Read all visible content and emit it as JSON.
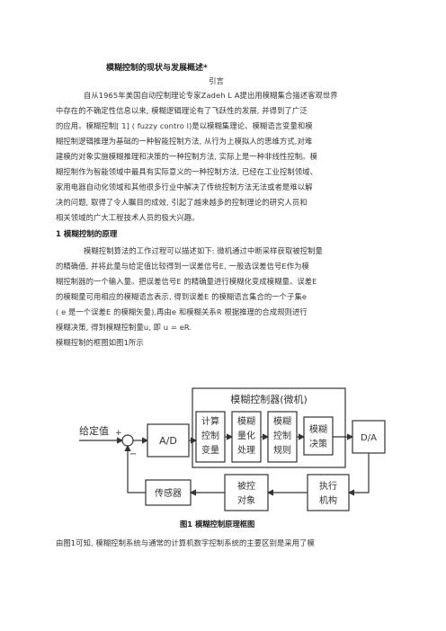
{
  "doc": {
    "title": "模糊控制的现状与发展概述*",
    "intro_heading": "引言",
    "intro_lines": [
      "自从1965年美国自动控制理论专家Zadeh L A提出用模糊集合描述客观世界",
      "中存在的不确定性信息以来, 模糊逻辑理论有了飞跃性的发展, 并得到了广泛",
      "的应用。模糊控制[ 1] ( fuzzy contro l)是以模糊集理论、模糊语言变量和模",
      "糊控制逻辑推理为基础的一种智能控制方法, 从行为上模拟人的思维方式,对难",
      "建模的对象实施模糊推理和决策的一种控制方法, 实际上是一种非线性控制。模",
      "糊控制作为智能领域中最具有实际意义的一种控制方法, 已经在工业控制领域、",
      "家用电器自动化领域和其他很多行业中解决了传统控制方法无法或者是难以解",
      "决的问题, 取得了令人瞩目的成效, 引起了越来越多的控制理论的研究人员和",
      "相关领域的广大工程技术人员的极大兴趣。"
    ],
    "section1_heading": "1 模糊控制的原理",
    "section1_lines": [
      "模糊控制算法的工作过程可以描述如下: 微机通过中断采样获取被控制量",
      "的精确值, 并将此量与给定值比较得到一误差信号E, 一般选误差信号E作为模",
      "糊控制器的一个输入量。把误差信号E 的精确量进行模糊化变成模糊量。误差E",
      "的模糊量可用相应的模糊语言表示, 得到误差E 的模糊语言集合的一个子集e",
      "( e 是一个误差E 的模糊矢量),再由e 和模糊关系R 根据推理的合成规则进行",
      "模糊决策, 得到模糊控制量u, 即 u = eR.",
      "模糊控制的框图如图1所示"
    ],
    "figure_caption": "图1 模糊控制原理框图",
    "last_line": "由图1可知, 模糊控制系统与通常的计算机数字控制系统的主要区别是采用了模"
  },
  "diagram": {
    "setpoint_label": "给定值",
    "plus_sign": "+",
    "minus_sign": "−",
    "ad_label": "A/D",
    "controller_title": "模糊控制器(微机)",
    "block1": [
      "计算",
      "控制",
      "变量"
    ],
    "block2": [
      "模糊",
      "量化",
      "处理"
    ],
    "block3": [
      "模糊",
      "控制",
      "规则"
    ],
    "block4": [
      "模糊",
      "决策"
    ],
    "da_label": "D/A",
    "sensor_label": "传感器",
    "plant": [
      "被控",
      "对象"
    ],
    "actuator": [
      "执行",
      "机构"
    ]
  }
}
